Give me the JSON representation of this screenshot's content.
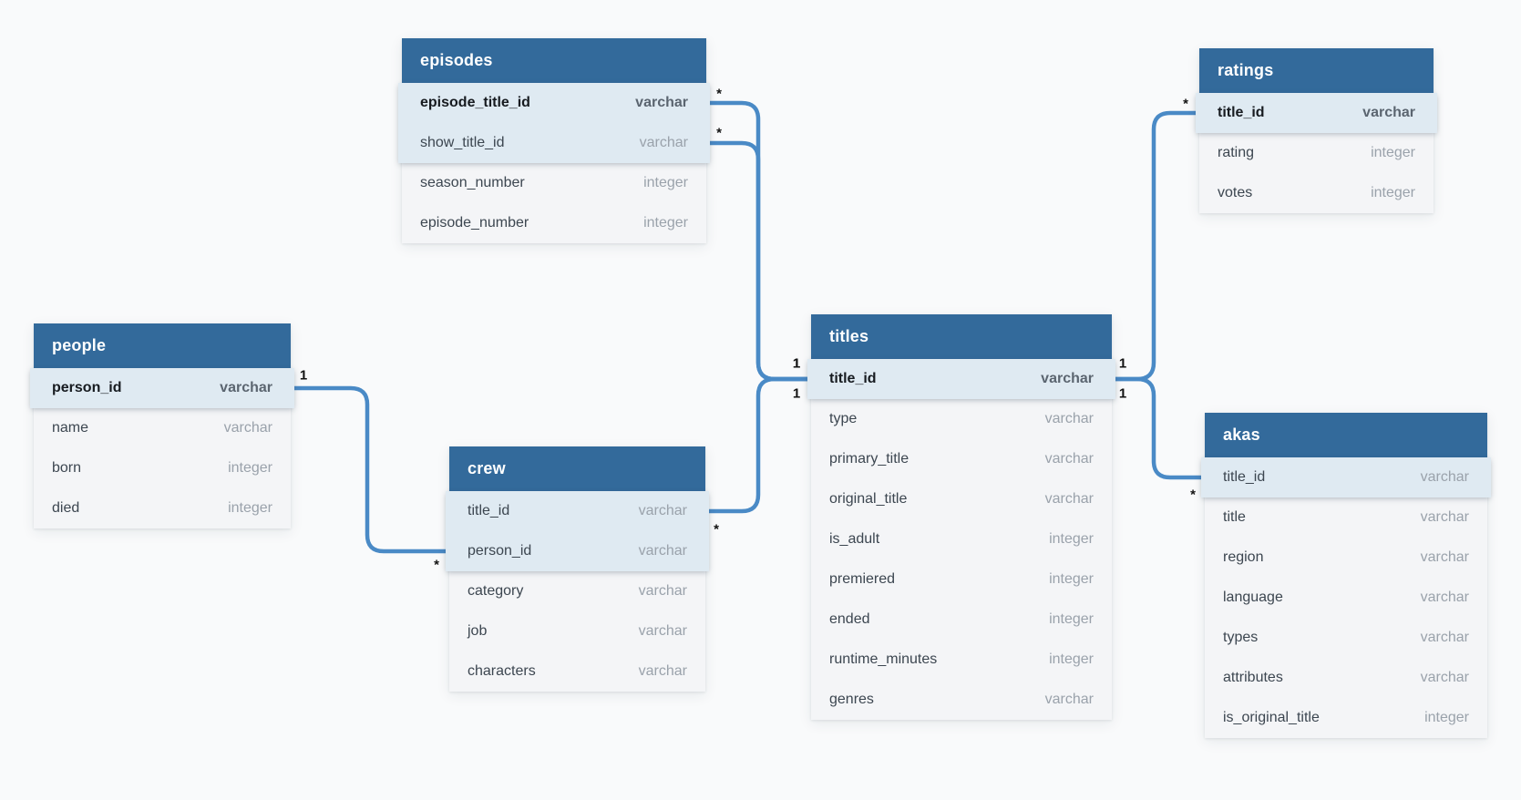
{
  "diagram": {
    "tables": [
      {
        "id": "episodes",
        "title": "episodes",
        "columns": [
          {
            "name": "episode_title_id",
            "type": "varchar",
            "style": "pk"
          },
          {
            "name": "show_title_id",
            "type": "varchar",
            "style": "key"
          },
          {
            "name": "season_number",
            "type": "integer",
            "style": "plain"
          },
          {
            "name": "episode_number",
            "type": "integer",
            "style": "plain"
          }
        ]
      },
      {
        "id": "ratings",
        "title": "ratings",
        "columns": [
          {
            "name": "title_id",
            "type": "varchar",
            "style": "pk"
          },
          {
            "name": "rating",
            "type": "integer",
            "style": "plain"
          },
          {
            "name": "votes",
            "type": "integer",
            "style": "plain"
          }
        ]
      },
      {
        "id": "people",
        "title": "people",
        "columns": [
          {
            "name": "person_id",
            "type": "varchar",
            "style": "pk"
          },
          {
            "name": "name",
            "type": "varchar",
            "style": "plain"
          },
          {
            "name": "born",
            "type": "integer",
            "style": "plain"
          },
          {
            "name": "died",
            "type": "integer",
            "style": "plain"
          }
        ]
      },
      {
        "id": "crew",
        "title": "crew",
        "columns": [
          {
            "name": "title_id",
            "type": "varchar",
            "style": "key"
          },
          {
            "name": "person_id",
            "type": "varchar",
            "style": "key"
          },
          {
            "name": "category",
            "type": "varchar",
            "style": "plain"
          },
          {
            "name": "job",
            "type": "varchar",
            "style": "plain"
          },
          {
            "name": "characters",
            "type": "varchar",
            "style": "plain"
          }
        ]
      },
      {
        "id": "titles",
        "title": "titles",
        "columns": [
          {
            "name": "title_id",
            "type": "varchar",
            "style": "pk"
          },
          {
            "name": "type",
            "type": "varchar",
            "style": "plain"
          },
          {
            "name": "primary_title",
            "type": "varchar",
            "style": "plain"
          },
          {
            "name": "original_title",
            "type": "varchar",
            "style": "plain"
          },
          {
            "name": "is_adult",
            "type": "integer",
            "style": "plain"
          },
          {
            "name": "premiered",
            "type": "integer",
            "style": "plain"
          },
          {
            "name": "ended",
            "type": "integer",
            "style": "plain"
          },
          {
            "name": "runtime_minutes",
            "type": "integer",
            "style": "plain"
          },
          {
            "name": "genres",
            "type": "varchar",
            "style": "plain"
          }
        ]
      },
      {
        "id": "akas",
        "title": "akas",
        "columns": [
          {
            "name": "title_id",
            "type": "varchar",
            "style": "key"
          },
          {
            "name": "title",
            "type": "varchar",
            "style": "plain"
          },
          {
            "name": "region",
            "type": "varchar",
            "style": "plain"
          },
          {
            "name": "language",
            "type": "varchar",
            "style": "plain"
          },
          {
            "name": "types",
            "type": "varchar",
            "style": "plain"
          },
          {
            "name": "attributes",
            "type": "varchar",
            "style": "plain"
          },
          {
            "name": "is_original_title",
            "type": "integer",
            "style": "plain"
          }
        ]
      }
    ],
    "relationships": [
      {
        "from": "episodes.episode_title_id",
        "from_card": "*",
        "to": "titles.title_id",
        "to_card": "1"
      },
      {
        "from": "episodes.show_title_id",
        "from_card": "*",
        "to": "titles.title_id",
        "to_card": "1"
      },
      {
        "from": "crew.title_id",
        "from_card": "*",
        "to": "titles.title_id",
        "to_card": "1"
      },
      {
        "from": "people.person_id",
        "from_card": "1",
        "to": "crew.person_id",
        "to_card": "*"
      },
      {
        "from": "titles.title_id",
        "from_card": "1",
        "to": "ratings.title_id",
        "to_card": "*"
      },
      {
        "from": "titles.title_id",
        "from_card": "1",
        "to": "akas.title_id",
        "to_card": "*"
      }
    ],
    "colors": {
      "header_bg": "#336a9b",
      "header_text": "#ffffff",
      "key_row_bg": "#dfeaf2",
      "row_bg": "#f4f5f7",
      "column_text": "#3c4650",
      "type_text": "#9aa2ab",
      "connector": "#4a8ac6",
      "cardinality_text": "#111111",
      "canvas_bg": "#f9fafb"
    }
  }
}
